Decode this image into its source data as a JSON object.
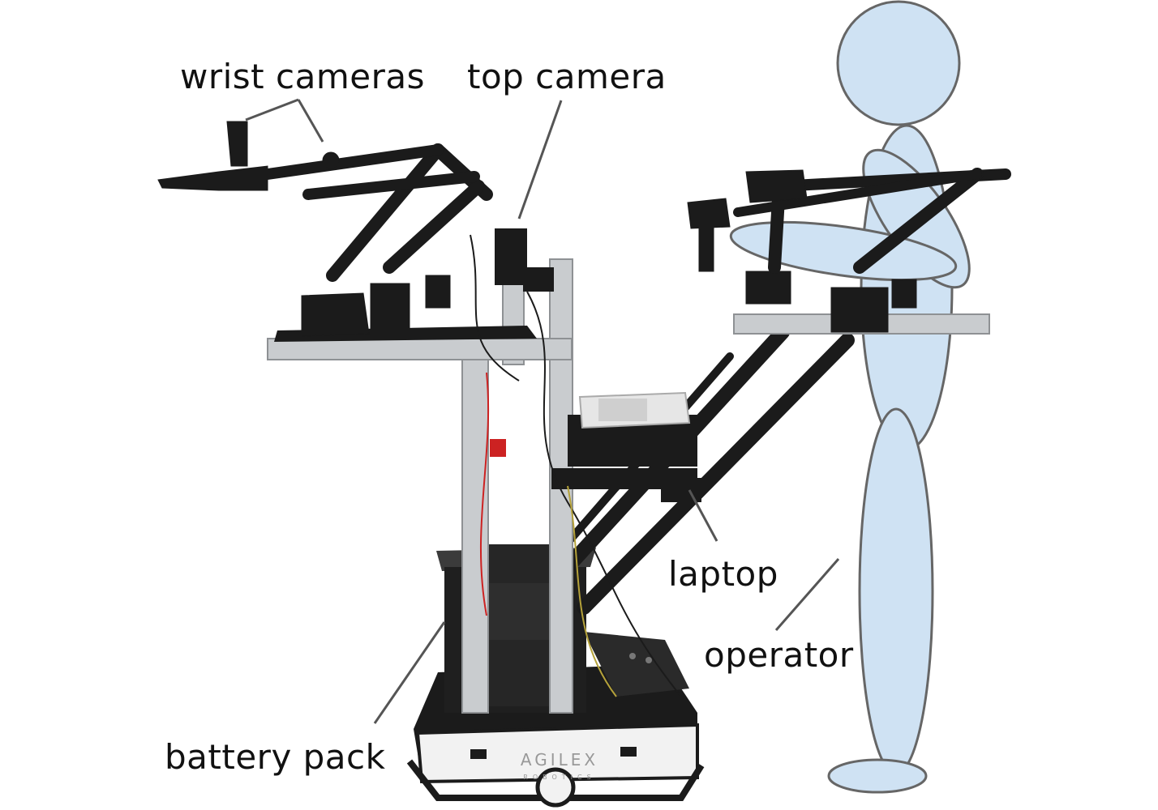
{
  "labels": {
    "wrist_cameras": "wrist cameras",
    "top_camera": "top camera",
    "laptop": "laptop",
    "operator": "operator",
    "battery_pack": "battery pack"
  },
  "brand": {
    "name": "AGILEX",
    "subtitle": "ROBOTICS"
  },
  "colors": {
    "operator_fill": "#cfe2f3",
    "operator_stroke": "#666666",
    "leader_line": "#555555",
    "robot_black": "#1b1b1b",
    "aluminum": "#c9cccf",
    "base_white": "#f2f2f2",
    "cable_red": "#cc2222"
  }
}
